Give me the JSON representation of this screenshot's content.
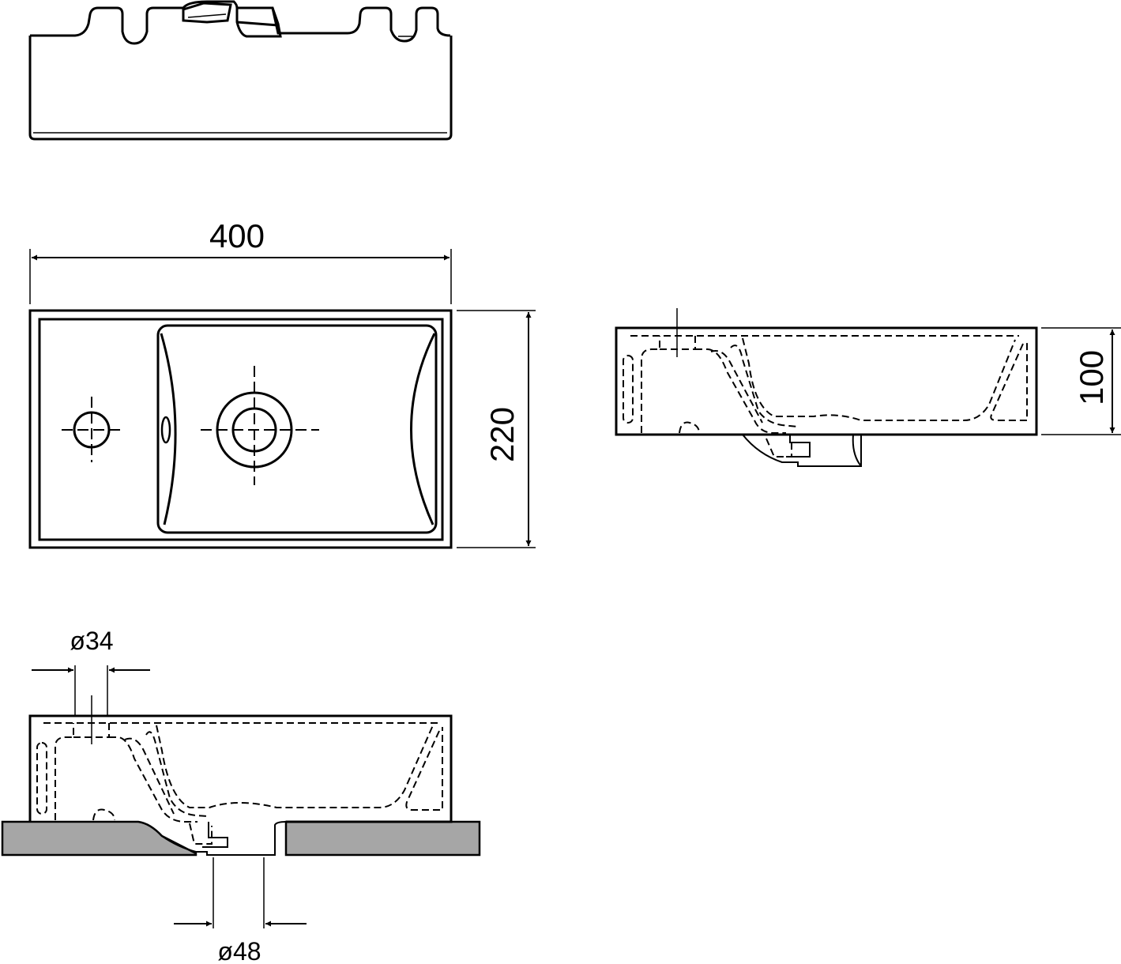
{
  "dimensions": {
    "width": "400",
    "depth": "220",
    "height": "100",
    "tap_hole": "ø34",
    "drain": "ø48"
  },
  "colors": {
    "line": "#000000",
    "countertop": "#a6a6a6",
    "background": "#ffffff"
  }
}
